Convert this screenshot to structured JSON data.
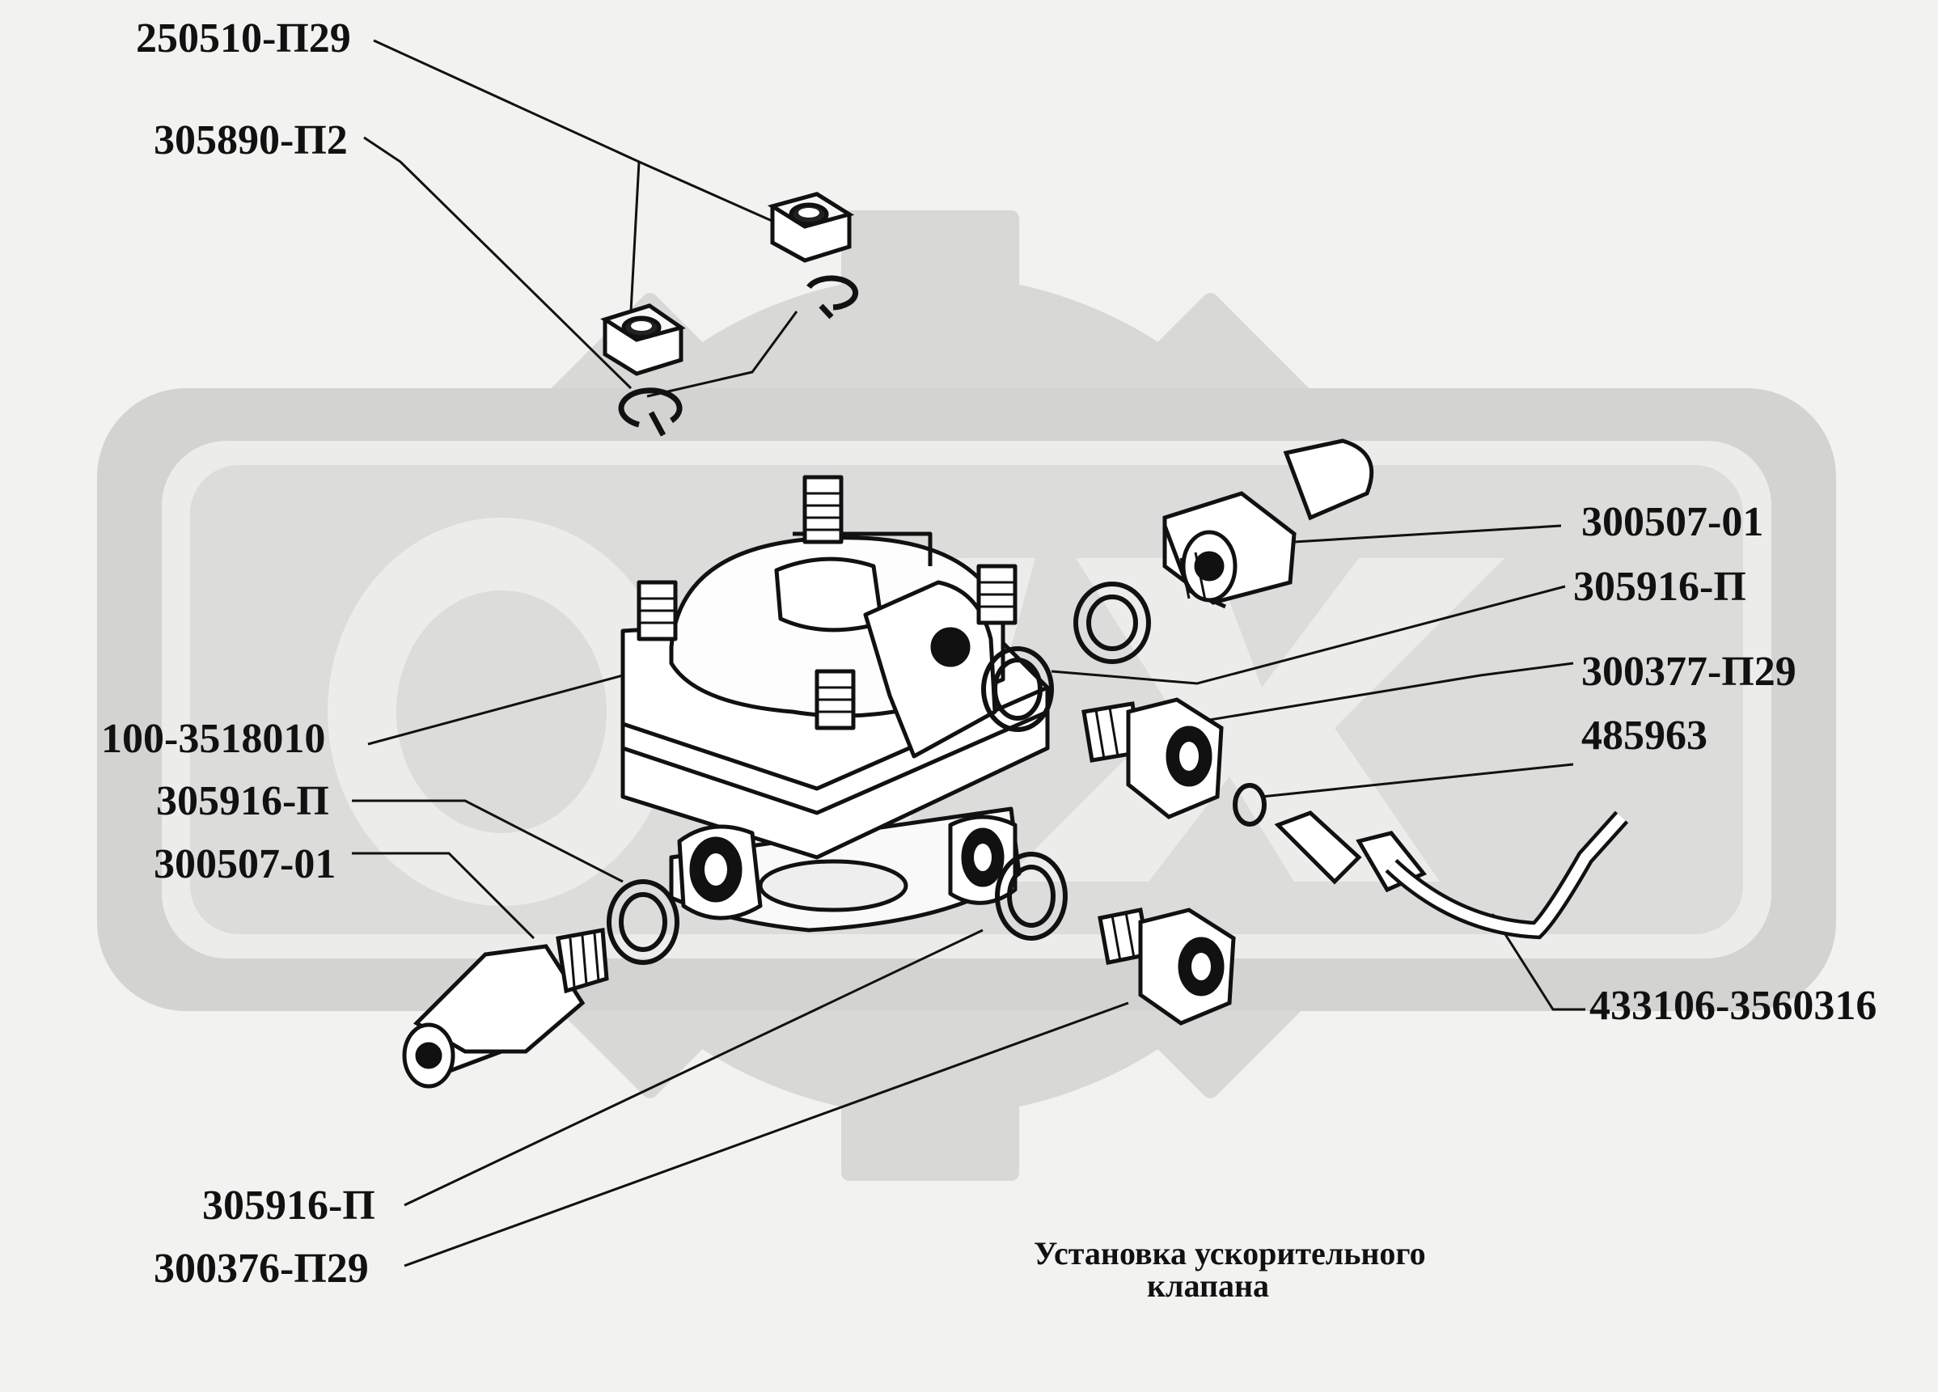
{
  "labels": {
    "nut_m8": "250510-П29",
    "washer_8": "305890-П2",
    "valve": "100-3518010",
    "seal_left": "305916-П",
    "union_left": "300507-01",
    "seal_bottom": "305916-П",
    "plug_bottom": "300376-П29",
    "union_right": "300507-01",
    "seal_right": "305916-П",
    "plug_right": "300377-П29",
    "ring": "485963",
    "tube": "433106-3560316"
  },
  "caption": {
    "line1": "Установка ускорительного",
    "line2": "клапана"
  },
  "colors": {
    "background": "#f2f2f0",
    "watermark": "#d6d6d4",
    "ink": "#111111"
  }
}
